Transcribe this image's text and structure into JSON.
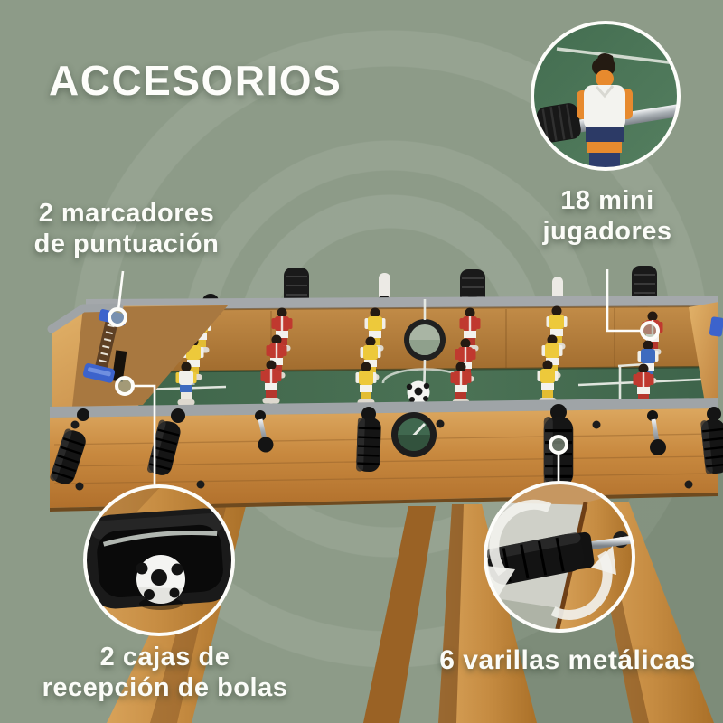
{
  "title": "ACCESORIOS",
  "callouts": {
    "scoreboard": {
      "line1": "2 marcadores",
      "line2": "de puntuación"
    },
    "players": {
      "line1": "18 mini",
      "line2": "jugadores"
    },
    "ball_boxes": {
      "line1": "2 cajas de",
      "line2": "recepción de bolas"
    },
    "rods": {
      "label": "6 varillas metálicas"
    }
  },
  "palette": {
    "background_sage": "#8d9b88",
    "background_ring": "#99a693",
    "wood_light": "#d29b55",
    "wood_dark": "#a97334",
    "field_green": "#3e6449",
    "rail_gray": "#9fa4a7",
    "score_marker_blue": "#3c63cc",
    "team_yellow": "#edc93b",
    "team_red": "#c0392f",
    "team_blue": "#3e6bbf",
    "label_white": "#fbfcf8"
  },
  "icons": {
    "rotation_arrows": "curved arrows showing rod rotation",
    "callout_dot": "white ring anchor dot"
  }
}
